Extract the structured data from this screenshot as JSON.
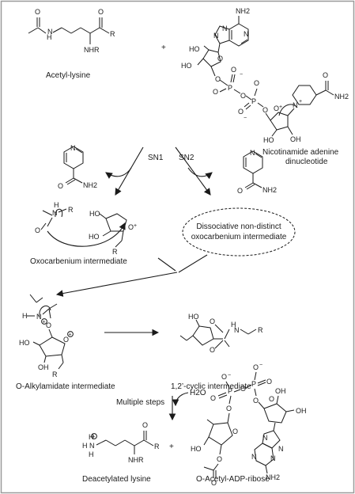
{
  "labels": {
    "acetyl_lysine": "Acetyl-lysine",
    "plus": "+",
    "nad": "Nicotinamide adenine dinucleotide",
    "nad_line1": "Nicotinamide adenine",
    "nad_line2": "dinucleotide",
    "sn1": "SN1",
    "sn2": "SN2",
    "oxocarbenium": "Oxocarbenium intermediate",
    "dissociative_line1": "Dissociative non-distinct",
    "dissociative_line2": "oxocarbenium intermediate",
    "o_alkylamidate": "O-Alkylamidate intermediate",
    "cyclic": "1,2’-cyclic intermediate",
    "multiple_steps": "Multiple steps",
    "h2o": "H2O",
    "deacetylated": "Deacetylated lysine",
    "plus2": "+",
    "o_acetyl_adp": "O-Acetyl-ADP-ribose"
  },
  "atoms": {
    "O": "O",
    "N": "N",
    "H": "H",
    "R": "R",
    "NHR": "NHR",
    "NH2": "NH2",
    "HO": "HO",
    "OH": "OH",
    "P": "P",
    "plus_charge": "+",
    "minus_charge": "−",
    "O_plus": "O+",
    "N_plus": "N+"
  },
  "colors": {
    "ink": "#1a1a1a",
    "frame": "#9a9a9a",
    "background": "#ffffff"
  }
}
